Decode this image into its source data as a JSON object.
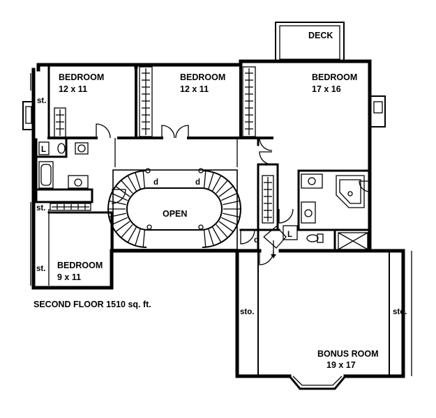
{
  "plan": {
    "title": "SECOND FLOOR  1510  sq. ft.",
    "rooms": {
      "bedroom_a": {
        "name": "BEDROOM",
        "size": "12 x 11"
      },
      "bedroom_b": {
        "name": "BEDROOM",
        "size": "12 x 11"
      },
      "bedroom_c": {
        "name": "BEDROOM",
        "size": "17 x 16"
      },
      "bedroom_d": {
        "name": "BEDROOM",
        "size": "9 x 11"
      },
      "bonus": {
        "name": "BONUS ROOM",
        "size": "19 x 17"
      }
    },
    "labels": {
      "deck": "DECK",
      "open": "OPEN",
      "st": "st.",
      "sto": "sto.",
      "linen": "L",
      "down": "d"
    }
  }
}
